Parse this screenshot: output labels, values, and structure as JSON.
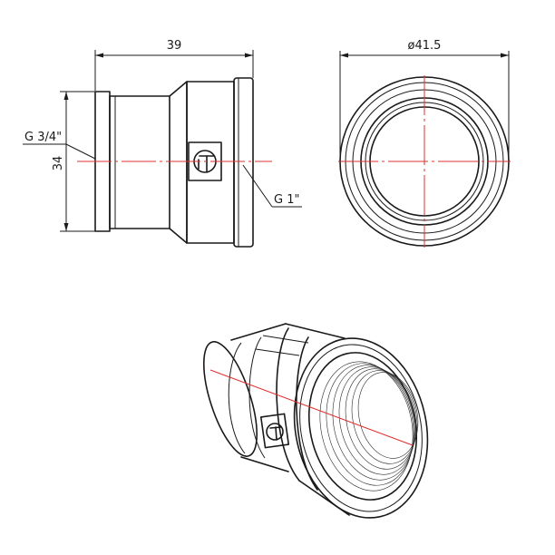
{
  "dimensions": {
    "length": "39",
    "height": "34",
    "outer_diameter": "ø41.5"
  },
  "threads": {
    "small_end": "G 3/4\"",
    "large_end": "G 1\""
  },
  "colors": {
    "outline": "#1a1a1a",
    "centerline": "#e03030"
  }
}
